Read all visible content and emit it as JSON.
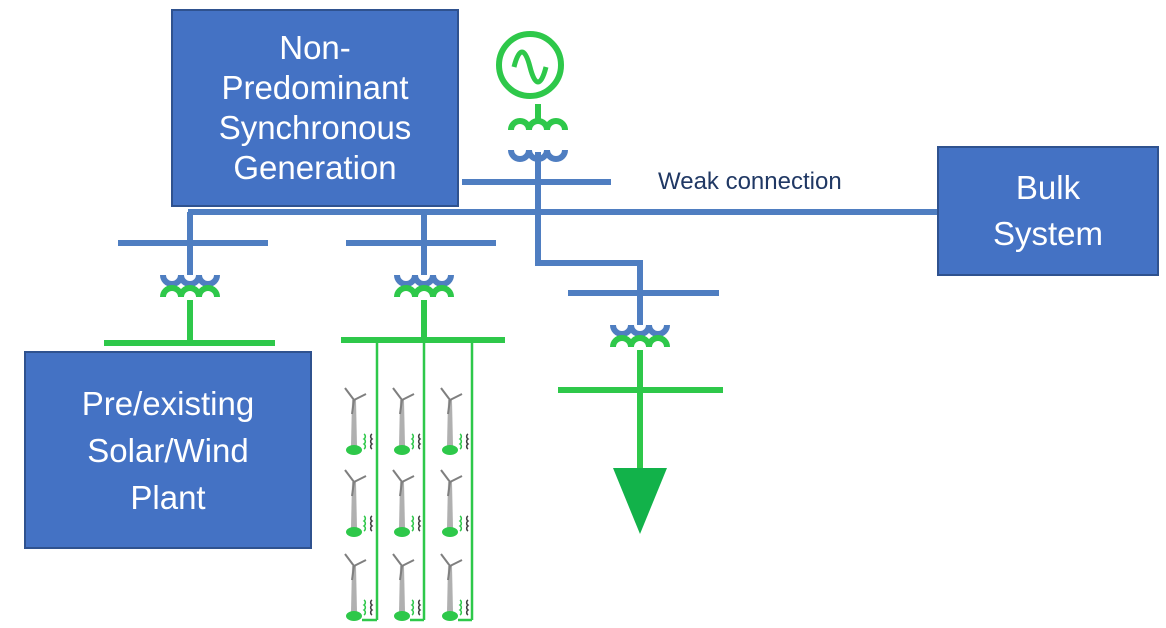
{
  "colors": {
    "box_fill": "#4472c4",
    "transmission": "#4f7ec1",
    "distribution": "#2ec84a",
    "label_text": "#203864",
    "turbine": "#7f7f7f"
  },
  "boxes": {
    "synchronous_generation": [
      "Non-",
      "Predominant",
      "Synchronous",
      "Generation"
    ],
    "bulk_system": [
      "Bulk",
      "System"
    ],
    "plant": [
      "Pre/existing",
      "Solar/Wind",
      "Plant"
    ]
  },
  "labels": {
    "weak_connection": "Weak connection"
  },
  "icons": {
    "generator": "ac-generator-icon",
    "transformer": "transformer-icon",
    "load": "load-arrow-icon",
    "turbine": "wind-turbine-icon"
  }
}
